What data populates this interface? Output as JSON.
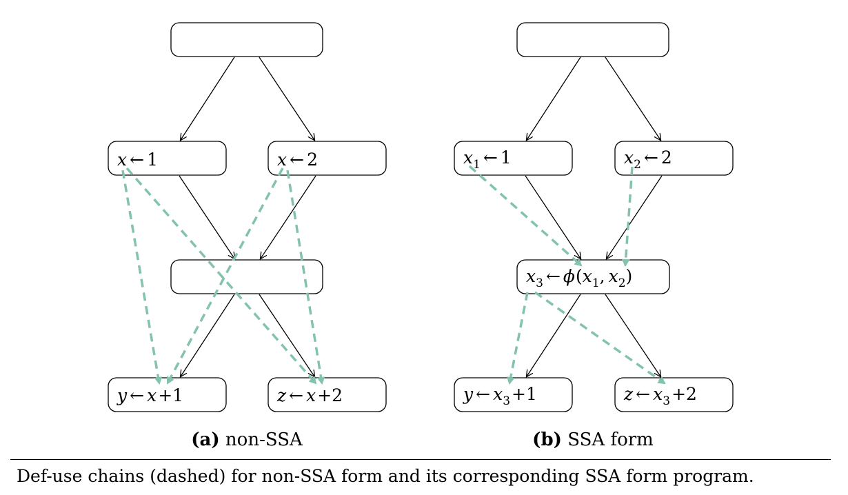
{
  "colors": {
    "edge": "#000000",
    "defuse": "#83c3ad",
    "node_border": "#000000"
  },
  "panels": [
    {
      "label": "(a)",
      "title": "non-SSA",
      "nodes": {
        "entry": "",
        "def1": {
          "var": "x",
          "sub": "",
          "arrow": "←",
          "rhs": "1"
        },
        "def2": {
          "var": "x",
          "sub": "",
          "arrow": "←",
          "rhs": "2"
        },
        "merge": "",
        "use1": {
          "lhs": "y",
          "arrow": "←",
          "var": "x",
          "sub": "",
          "rhs": "+1"
        },
        "use2": {
          "lhs": "z",
          "arrow": "←",
          "var": "x",
          "sub": "",
          "rhs": "+2"
        }
      }
    },
    {
      "label": "(b)",
      "title": "SSA form",
      "nodes": {
        "entry": "",
        "def1": {
          "var": "x",
          "sub": "1",
          "arrow": "←",
          "rhs": "1"
        },
        "def2": {
          "var": "x",
          "sub": "2",
          "arrow": "←",
          "rhs": "2"
        },
        "merge": {
          "var": "x",
          "sub": "3",
          "arrow": "←",
          "phi": "ϕ",
          "open": "(",
          "a1": "x",
          "a1sub": "1",
          "comma": ",",
          "a2": "x",
          "a2sub": "2",
          "close": ")"
        },
        "use1": {
          "lhs": "y",
          "arrow": "←",
          "var": "x",
          "sub": "3",
          "rhs": "+1"
        },
        "use2": {
          "lhs": "z",
          "arrow": "←",
          "var": "x",
          "sub": "3",
          "rhs": "+2"
        }
      }
    }
  ],
  "caption": "Def-use chains (dashed) for non-SSA form and its corresponding SSA form program."
}
